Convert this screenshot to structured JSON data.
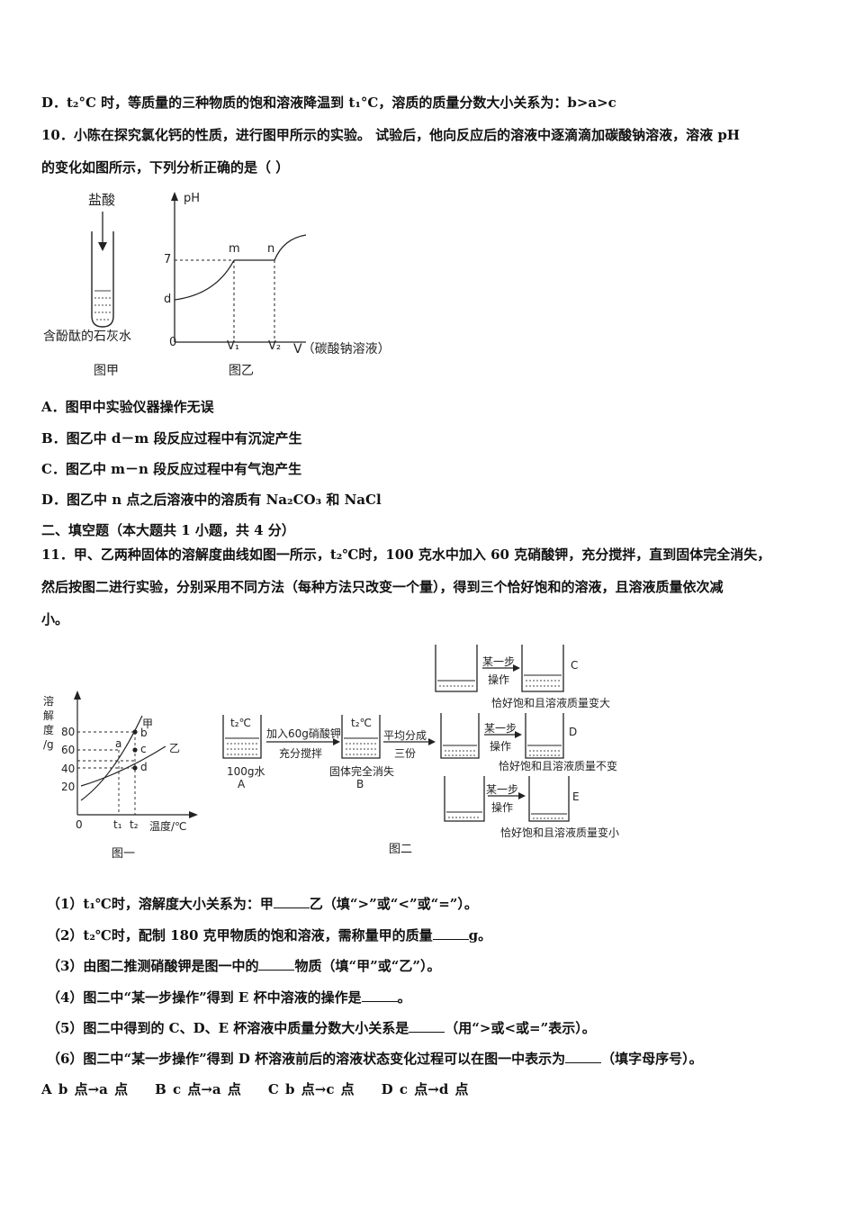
{
  "q9": {
    "option_d": "D．t₂°C 时，等质量的三种物质的饱和溶液降温到 t₁°C，溶质的质量分数大小关系为：b>a>c"
  },
  "q10": {
    "stem_line1": "10．小陈在探究氯化钙的性质，进行图甲所示的实验。 试验后，他向反应后的溶液中逐滴滴加碳酸钠溶液，溶液 pH",
    "stem_line2": "的变化如图所示，下列分析正确的是（        ）",
    "fig_jia": {
      "top_label": "盐酸",
      "bottom_label": "含酚酞的石灰水",
      "caption": "图甲"
    },
    "fig_yi": {
      "y_axis_label": "pH",
      "y_tick_7": "7",
      "point_d": "d",
      "point_m": "m",
      "point_n": "n",
      "origin": "0",
      "x_tick_v1": "V₁",
      "x_tick_v2": "V₂",
      "x_axis_label": "V（碳酸钠溶液）",
      "caption": "图乙"
    },
    "options": [
      "A．图甲中实验仪器操作无误",
      "B．图乙中 d－m 段反应过程中有沉淀产生",
      "C．图乙中 m－n 段反应过程中有气泡产生",
      "D．图乙中 n 点之后溶液中的溶质有 Na₂CO₃ 和 NaCl"
    ]
  },
  "section2": {
    "heading": "二、填空题（本大题共 1 小题，共 4 分）"
  },
  "q11": {
    "stem_line1": "11．甲、乙两种固体的溶解度曲线如图一所示，t₂℃时，100 克水中加入 60 克硝酸钾，充分搅拌，直到固体完全消失，",
    "stem_line2": "然后按图二进行实验，分别采用不同方法（每种方法只改变一个量），得到三个恰好饱和的溶液，且溶液质量依次减",
    "stem_line3": "小。",
    "fig1": {
      "y_label_chars": [
        "溶",
        "解",
        "度",
        "/g"
      ],
      "y_ticks": [
        "80",
        "60",
        "40",
        "20"
      ],
      "origin": "0",
      "x_ticks": [
        "t₁",
        "t₂"
      ],
      "x_label": "温度/℃",
      "curve_jia": "甲",
      "curve_yi": "乙",
      "points": [
        "a",
        "b",
        "c",
        "d"
      ],
      "caption": "图一"
    },
    "fig2": {
      "beaker_a_label": "t₂℃",
      "beaker_a_sub": "100g水",
      "beaker_a_letter": "A",
      "arrow1_top": "加入60g硝酸钾",
      "arrow1_bottom": "充分搅拌",
      "beaker_b_label": "t₂℃",
      "beaker_b_sub": "固体完全消失",
      "beaker_b_letter": "B",
      "arrow2_top": "平均分成",
      "arrow2_bottom": "三份",
      "op_top": "某一步",
      "op_bottom": "操作",
      "letter_c": "C",
      "letter_d": "D",
      "letter_e": "E",
      "note_c": "恰好饱和且溶液质量变大",
      "note_d": "恰好饱和且溶液质量不变",
      "note_e": "恰好饱和且溶液质量变小",
      "caption": "图二"
    },
    "sub_questions": [
      {
        "pre": "（1）t₁℃时，溶解度大小关系为：甲",
        "post": "乙（填“>”或“<”或“=”）。"
      },
      {
        "pre": "（2）t₂℃时，配制 180 克甲物质的饱和溶液，需称量甲的质量",
        "post": "g。"
      },
      {
        "pre": "（3）由图二推测硝酸钾是图一中的",
        "post": "物质（填“甲”或“乙”）。"
      },
      {
        "pre": "（4）图二中“某一步操作”得到 E 杯中溶液的操作是",
        "post": "。"
      },
      {
        "pre": "（5）图二中得到的 C、D、E 杯溶液中质量分数大小关系是",
        "post": "（用“>或<或=”表示）。"
      },
      {
        "pre": "（6）图二中“某一步操作”得到 D 杯溶液前后的溶液状态变化过程可以在图一中表示为",
        "post": "（填字母序号）。"
      }
    ],
    "choices": [
      "A b 点→a 点",
      "B c 点→a 点",
      "C b 点→c 点",
      "D c 点→d 点"
    ]
  }
}
